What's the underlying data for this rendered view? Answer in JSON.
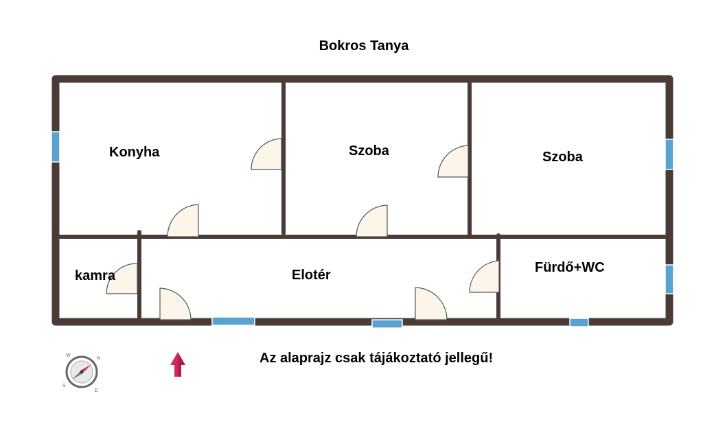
{
  "title": "Bokros Tanya",
  "rooms": {
    "konyha": "Konyha",
    "szoba_1": "Szoba",
    "szoba_2": "Szoba",
    "kamra": "kamra",
    "eloter": "Elotér",
    "furdo": "Fürdő+WC"
  },
  "disclaimer": "Az alaprajz csak tájákoztató jellegű!",
  "compass": {
    "letters": [
      "W",
      "N",
      "S",
      "E"
    ]
  },
  "colors": {
    "wall": "#4a3b37",
    "window": "#5aa3d0",
    "door_fill": "#fbf5ea",
    "arrow": "#d0285a"
  }
}
